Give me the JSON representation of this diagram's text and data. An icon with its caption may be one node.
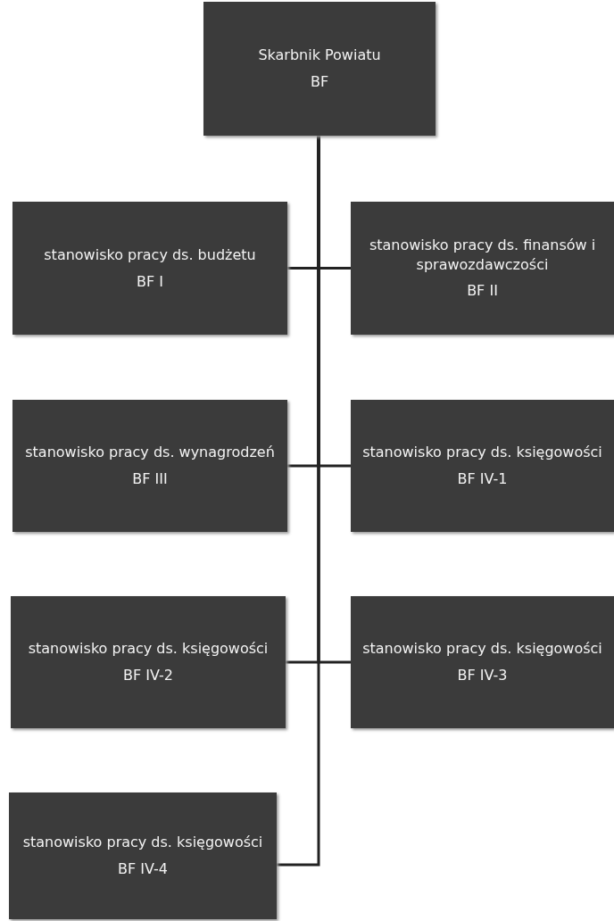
{
  "diagram": {
    "nodes": [
      {
        "text": [
          "Skarbnik Powiatu",
          "BF"
        ]
      },
      {
        "text": [
          "stanowisko pracy ds. budżetu",
          "BF I"
        ]
      },
      {
        "text": [
          "stanowisko pracy ds. finansów i sprawozdawczości",
          "BF II"
        ]
      },
      {
        "text": [
          "stanowisko pracy ds. wynagrodzeń",
          "BF III"
        ]
      },
      {
        "text": [
          "stanowisko pracy ds. księgowości",
          "BF IV-1"
        ]
      },
      {
        "text": [
          "stanowisko pracy ds. księgowości",
          "BF IV-2"
        ]
      },
      {
        "text": [
          "stanowisko pracy ds. księgowości",
          "BF IV-3"
        ]
      },
      {
        "text": [
          "stanowisko pracy ds. księgowości",
          "BF IV-4"
        ]
      }
    ],
    "edges": [
      {
        "from": 0,
        "to": 1,
        "arrow": "none"
      },
      {
        "from": 0,
        "to": 2,
        "arrow": "none"
      },
      {
        "from": 0,
        "to": 3,
        "arrow": "none"
      },
      {
        "from": 0,
        "to": 4,
        "arrow": "none"
      },
      {
        "from": 0,
        "to": 5,
        "arrow": "none"
      },
      {
        "from": 0,
        "to": 6,
        "arrow": "none"
      },
      {
        "from": 0,
        "to": 7,
        "arrow": "none"
      }
    ]
  }
}
